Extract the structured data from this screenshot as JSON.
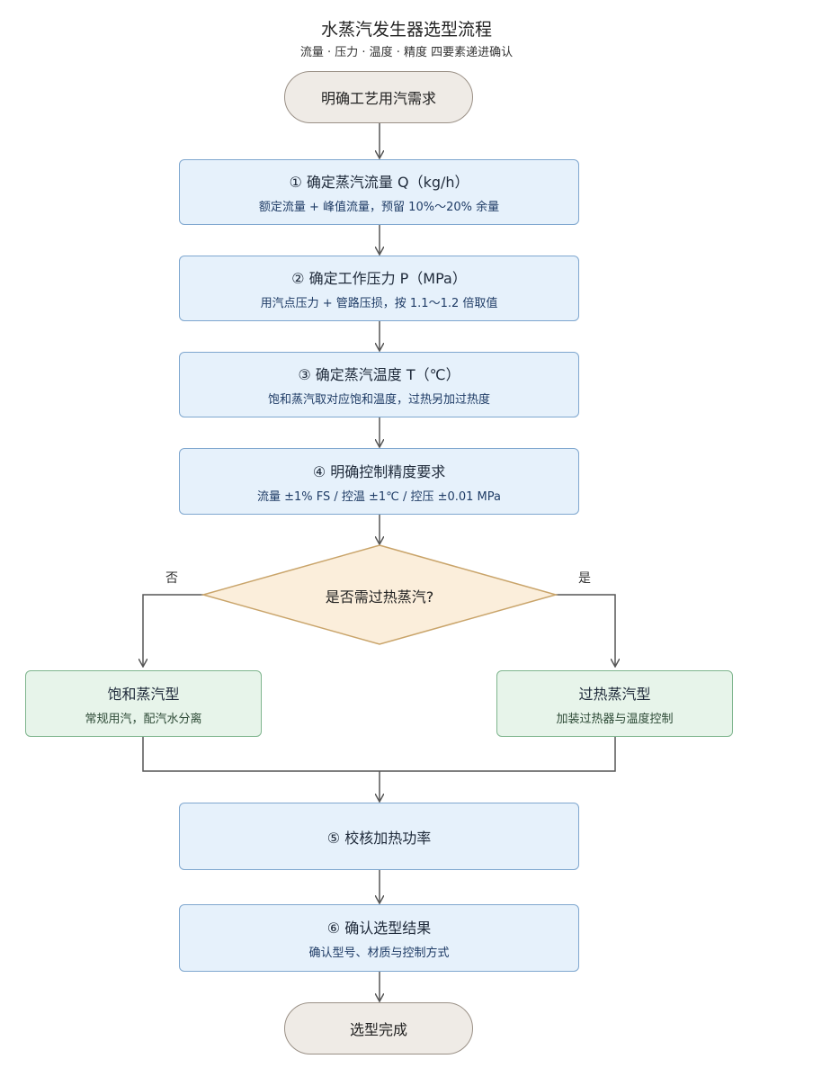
{
  "header": {
    "title": "水蒸汽发生器选型流程",
    "subtitle": "流量 · 压力 · 温度 · 精度 四要素递进确认"
  },
  "nodes": {
    "start": {
      "label": "明确工艺用汽需求"
    },
    "step1": {
      "label": "① 确定蒸汽流量 Q（kg/h）",
      "detail": "额定流量 + 峰值流量，预留 10%～20% 余量"
    },
    "step2": {
      "label": "② 确定工作压力 P（MPa）",
      "detail": "用汽点压力 + 管路压损，按 1.1～1.2 倍取值"
    },
    "step3": {
      "label": "③ 确定蒸汽温度 T（℃）",
      "detail": "饱和蒸汽取对应饱和温度，过热另加过热度"
    },
    "step4": {
      "label": "④ 明确控制精度要求",
      "detail": "流量 ±1% FS / 控温 ±1℃ / 控压 ±0.01 MPa"
    },
    "decision": {
      "label": "是否需过热蒸汽?",
      "no_label": "否",
      "yes_label": "是"
    },
    "saturated": {
      "label": "饱和蒸汽型",
      "detail": "常规用汽，配汽水分离"
    },
    "superheated": {
      "label": "过热蒸汽型",
      "detail": "加装过热器与温度控制"
    },
    "step5": {
      "label": "⑤ 校核加热功率"
    },
    "step6": {
      "label": "⑥ 确认选型结果",
      "detail": "确认型号、材质与控制方式"
    },
    "end": {
      "label": "选型完成"
    }
  },
  "colors": {
    "terminal_fill": "#efebe6",
    "step_fill": "#e6f1fb",
    "decision_fill": "#fbeedb",
    "result_fill": "#e7f4ea",
    "line": "#555555"
  }
}
